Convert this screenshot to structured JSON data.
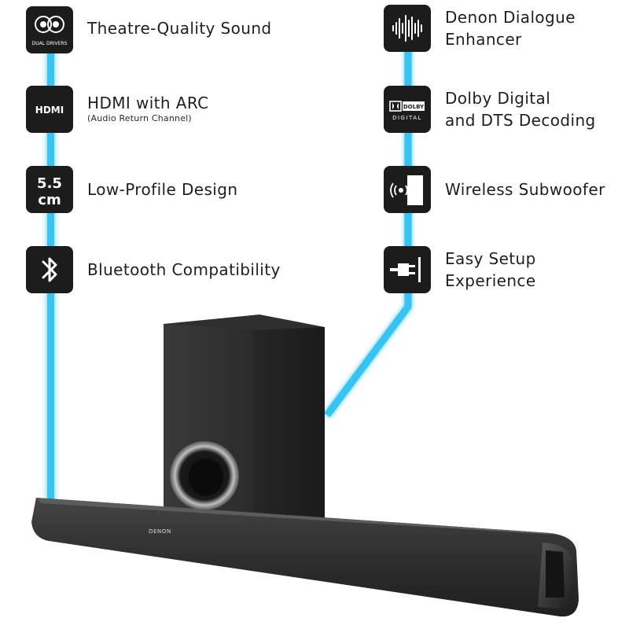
{
  "features_left": [
    {
      "title": "Theatre-Quality Sound",
      "sub": "",
      "icon": "dual-drivers-icon",
      "icon_text": "DUAL DRIVERS"
    },
    {
      "title": "HDMI with ARC",
      "sub": "(Audio Return Channel)",
      "icon": "hdmi-icon",
      "icon_text": "HDMI"
    },
    {
      "title": "Low-Profile Design",
      "sub": "",
      "icon": "height-icon",
      "icon_text": "5.5 cm"
    },
    {
      "title": "Bluetooth Compatibility",
      "sub": "",
      "icon": "bluetooth-icon",
      "icon_text": ""
    }
  ],
  "features_right": [
    {
      "title_line1": "Denon Dialogue",
      "title_line2": "Enhancer",
      "icon": "waveform-icon",
      "icon_text": ""
    },
    {
      "title_line1": "Dolby Digital",
      "title_line2": "and DTS Decoding",
      "icon": "dolby-digital-icon",
      "icon_text": "DOLBY DIGITAL"
    },
    {
      "title_line1": "Wireless Subwoofer",
      "title_line2": "",
      "icon": "wireless-subwoofer-icon",
      "icon_text": ""
    },
    {
      "title_line1": "Easy Setup",
      "title_line2": "Experience",
      "icon": "plug-icon",
      "icon_text": ""
    }
  ],
  "icon_labels": {
    "dual_drivers": "DUAL DRIVERS",
    "hdmi": "HDMI",
    "height_value": "5.5",
    "height_unit": "cm",
    "dolby": "DOLBY",
    "digital": "DIGITAL"
  },
  "product": {
    "brand": "DENON"
  },
  "colors": {
    "accent_line": "#39c4f2",
    "icon_bg": "#1c1c1c",
    "text": "#1f1f1f"
  }
}
